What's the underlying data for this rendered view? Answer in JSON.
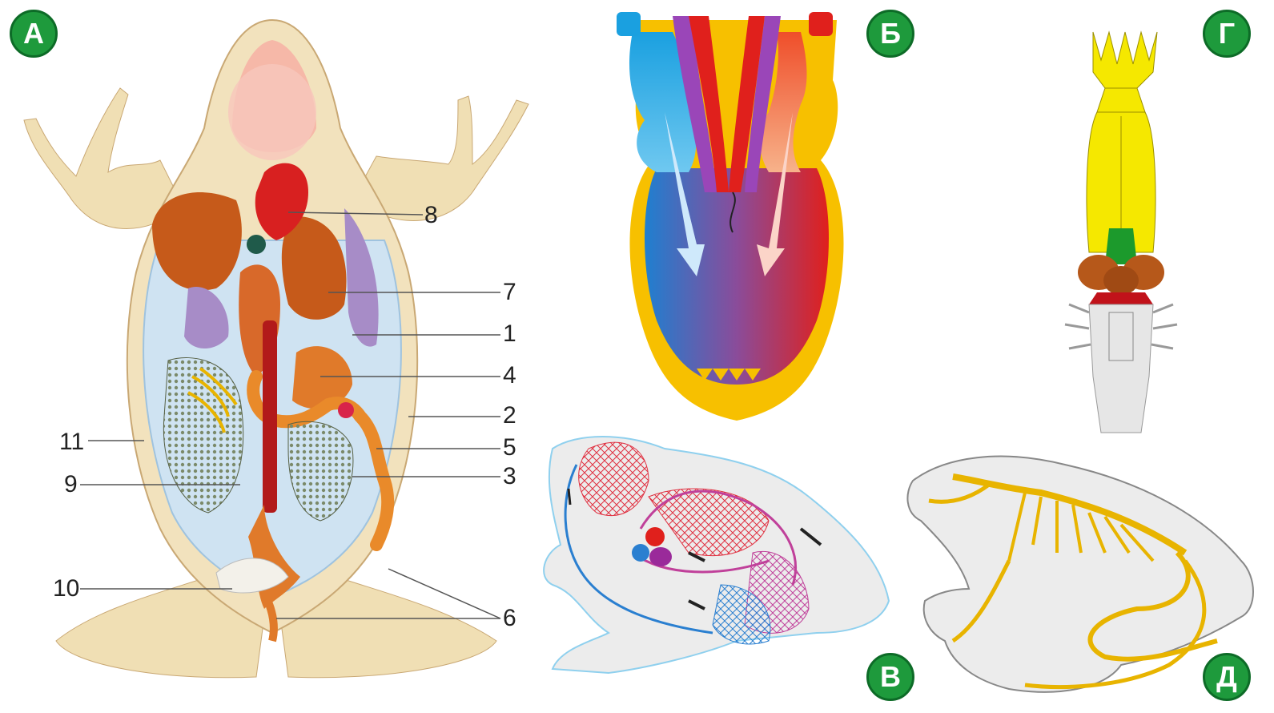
{
  "panels": {
    "a": {
      "letter": "А",
      "labels": [
        "1",
        "2",
        "3",
        "4",
        "5",
        "6",
        "7",
        "8",
        "9",
        "10",
        "11"
      ]
    },
    "b": {
      "letter": "Б"
    },
    "v": {
      "letter": "В"
    },
    "g": {
      "letter": "Г"
    },
    "d": {
      "letter": "Д"
    }
  },
  "colors": {
    "badge": "#1e9a3c",
    "venous": "#2a9fd8",
    "arterial": "#e0201c",
    "nerve": "#e8b400"
  }
}
